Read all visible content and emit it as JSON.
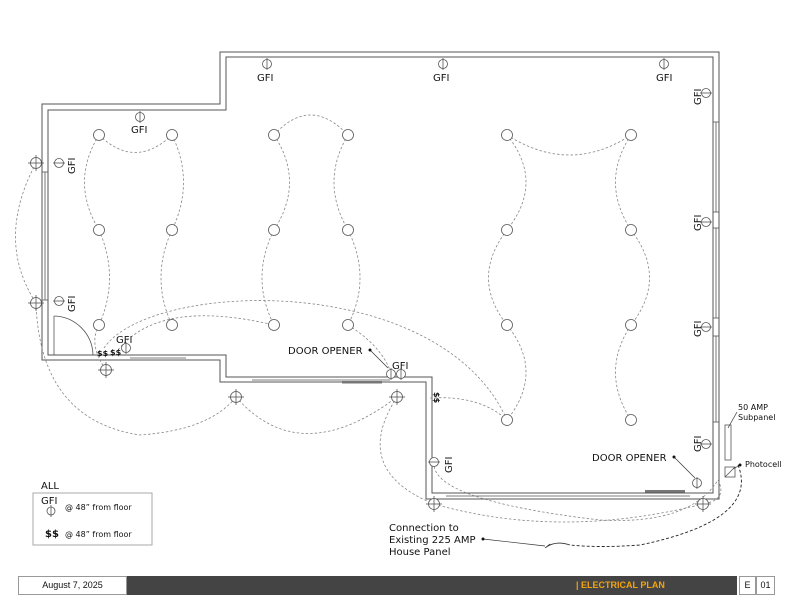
{
  "gfi_label": "GFI",
  "door_opener_label": "DOOR OPENER",
  "subpanel_line1": "50 AMP",
  "subpanel_line2": "Subpanel",
  "photocell_label": "Photocell",
  "dollar_label": "$$",
  "connection_line1": "Connection to",
  "connection_line2": "Existing 225 AMP",
  "connection_line3": "House Panel",
  "legend": {
    "title": "ALL",
    "gfi_symbol": "GFI",
    "gfi_text": "@ 48” from floor",
    "ss_symbol": "$$",
    "ss_text": "@ 48” from floor"
  },
  "title_block": {
    "date": "August 7, 2025",
    "title": "ELECTRICAL PLAN",
    "sheet_letter": "E",
    "sheet_number": "01"
  },
  "colors": {
    "accent": "#f2a40e",
    "bar": "#444444"
  }
}
